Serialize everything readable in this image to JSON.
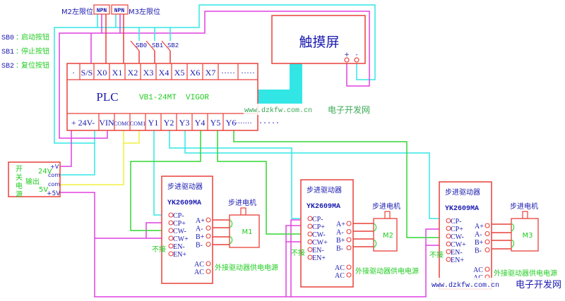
{
  "colors": {
    "box": "#e8403a",
    "wire_cyan": "#33e6e6",
    "wire_magenta": "#e040e0",
    "wire_green": "#33d633",
    "wire_yellow": "#f0f040",
    "wire_red": "#e8403a",
    "text_blue": "#1a1ab0",
    "text_green": "#22cc22",
    "watermark": "#3aa855"
  },
  "limit_switches": {
    "m2_label": "M2左限位",
    "m3_label": "M3左限位",
    "sensor1": "NPN",
    "sensor2": "NPN"
  },
  "buttons_legend": [
    {
      "id": "SB0",
      "sep": "：",
      "desc": "启动按钮"
    },
    {
      "id": "SB1",
      "sep": "：",
      "desc": "停止按钮"
    },
    {
      "id": "SB2",
      "sep": "：",
      "desc": "复位按钮"
    }
  ],
  "switch_labels": [
    "SB0",
    "SB1",
    "SB2"
  ],
  "touchscreen": {
    "title": "触摸屏",
    "plus": "+",
    "minus": "-"
  },
  "plc": {
    "label": "PLC",
    "model": "VB1-24MT  VIGOR",
    "inputs": [
      "·",
      "S/S",
      "X0",
      "X1",
      "X2",
      "X3",
      "X4",
      "X5",
      "X6",
      "X7",
      "·····",
      "·····"
    ],
    "outputs": [
      "+ 24V-",
      "VIN",
      "COMO",
      "COM1",
      "Y1",
      "Y2",
      "Y3",
      "Y4",
      "Y5",
      "Y6",
      "·······"
    ]
  },
  "power_supply": {
    "title_chars": [
      "开",
      "关",
      "电",
      "源"
    ],
    "output_label": "输出",
    "v24": "24V",
    "v5": "5V",
    "terminals": [
      "+V",
      "com",
      "com",
      "+5V"
    ]
  },
  "drivers": [
    {
      "title": "步进驱动器",
      "model": "YK2609MA",
      "left_terminals": [
        "CP-",
        "CP+",
        "CW-",
        "CW+",
        "EN-",
        "EN+"
      ],
      "right_terminals": [
        "A+",
        "A-",
        "B+",
        "B-"
      ],
      "ac_terminals": [
        "AC",
        "AC"
      ],
      "not_connected": "不接",
      "motor_title": "步进电机",
      "motor_id": "M1",
      "external_power": "外接驱动器供电电源"
    },
    {
      "title": "步进驱动器",
      "model": "YK2609MA",
      "left_terminals": [
        "CP-",
        "CP+",
        "CW-",
        "CW+",
        "EN-",
        "EN+"
      ],
      "right_terminals": [
        "A+",
        "A-",
        "B+",
        "B-"
      ],
      "ac_terminals": [
        "AC",
        "AC"
      ],
      "not_connected": "不接",
      "motor_title": "步进电机",
      "motor_id": "M2",
      "external_power": "外接驱动器供电电源"
    },
    {
      "title": "步进驱动器",
      "model": "YK2609MA",
      "left_terminals": [
        "CP-",
        "CP+",
        "CW-",
        "CW+",
        "EN-",
        "EN+"
      ],
      "right_terminals": [
        "A+",
        "A-",
        "B+",
        "B-"
      ],
      "ac_terminals": [
        "AC",
        "AC"
      ],
      "not_connected": "不接",
      "motor_title": "步进电机",
      "motor_id": "M3",
      "external_power": "外接驱动器供电电源"
    }
  ],
  "watermarks": [
    {
      "url": "www.dzkfw.com.cn",
      "name": "电子开发网"
    },
    {
      "url": "www.dzkfw.com.cn",
      "name": "电子开发网"
    }
  ]
}
